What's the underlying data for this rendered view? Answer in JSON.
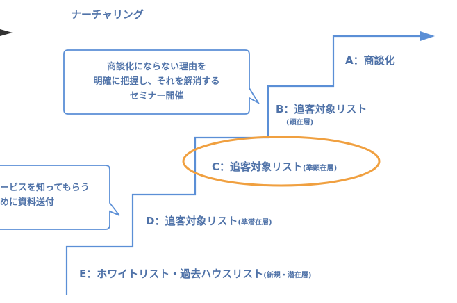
{
  "header": {
    "title": "ナーチャリング"
  },
  "colors": {
    "line": "#5b8fd6",
    "text": "#4f72a8",
    "highlight": "#f0a040",
    "arrow_left": "#333333"
  },
  "steps": {
    "a": {
      "label": "A：商談化"
    },
    "b": {
      "label": "B：追客対象リスト",
      "sub": "(顕在層)"
    },
    "c": {
      "label": "C：追客対象リスト",
      "sub": "(準顕在層)"
    },
    "d": {
      "label": "D：追客対象リスト",
      "sub": "(準潜在層)"
    },
    "e": {
      "label": "E：ホワイトリスト・過去ハウスリスト",
      "sub": "(新規・潜在層)"
    }
  },
  "callouts": {
    "seminar": {
      "lines": [
        "商談化にならない理由を",
        "明確に把握し、それを解消する",
        "セミナー開催"
      ]
    },
    "material": {
      "lines": [
        "ービスを知ってもらう",
        "めに資料送付"
      ]
    }
  }
}
